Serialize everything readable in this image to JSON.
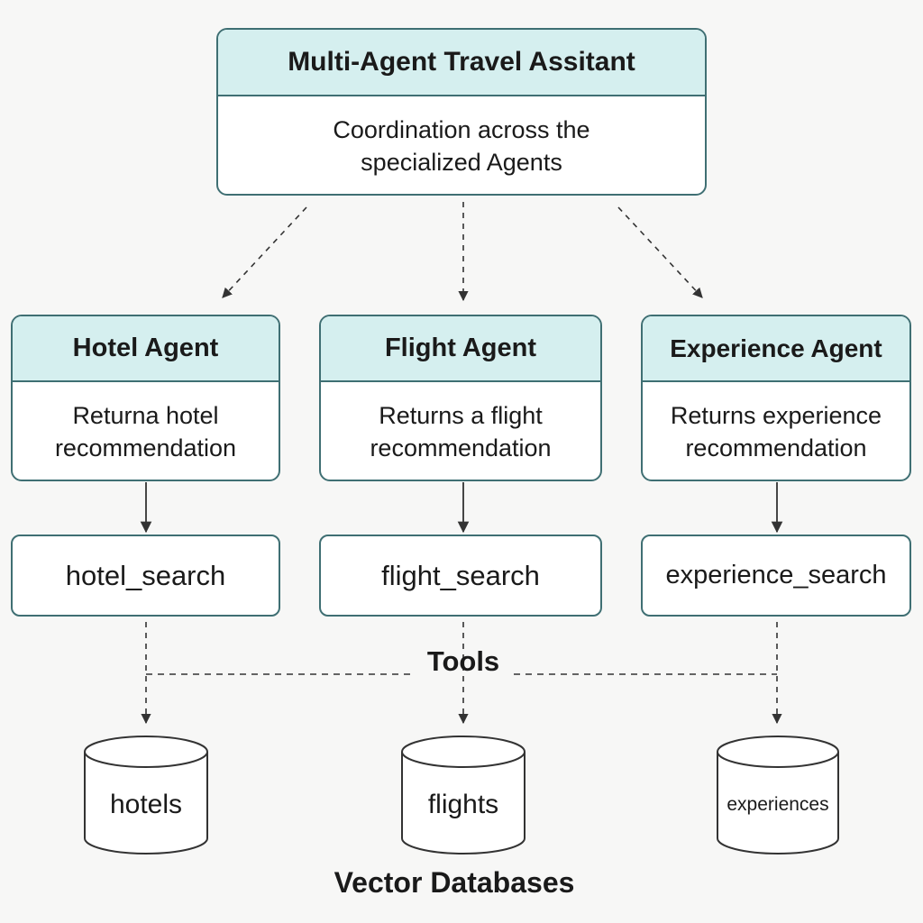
{
  "orchestrator": {
    "title": "Multi-Agent Travel Assitant",
    "description": "Coordination across the specialized Agents"
  },
  "agents": [
    {
      "title": "Hotel Agent",
      "description": "Returna hotel recommendation",
      "tool": "hotel_search",
      "database": "hotels"
    },
    {
      "title": "Flight Agent",
      "description": "Returns a flight recommendation",
      "tool": "flight_search",
      "database": "flights"
    },
    {
      "title": "Experience Agent",
      "description": "Returns experience recommendation",
      "tool": "experience_search",
      "database": "experiences"
    }
  ],
  "tools_label": "Tools",
  "databases_label": "Vector Databases",
  "colors": {
    "header_fill": "#d5efef",
    "border": "#3f6f73",
    "connector": "#333333"
  }
}
